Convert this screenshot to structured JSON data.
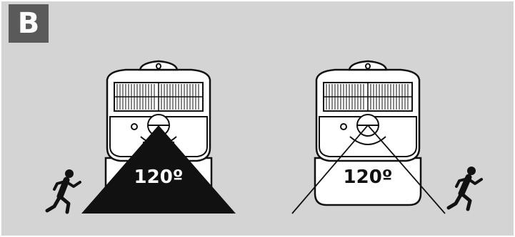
{
  "panel": {
    "label": "B",
    "background_color": "#d4d4d4",
    "label_background": "#5a5a5a"
  },
  "views": [
    {
      "name": "left",
      "detection_angle_label": "120º",
      "detection_zone": "filled-triangle",
      "runner_side": "left"
    },
    {
      "name": "right",
      "detection_angle_label": "120º",
      "detection_zone": "lines-only",
      "runner_side": "right"
    }
  ]
}
